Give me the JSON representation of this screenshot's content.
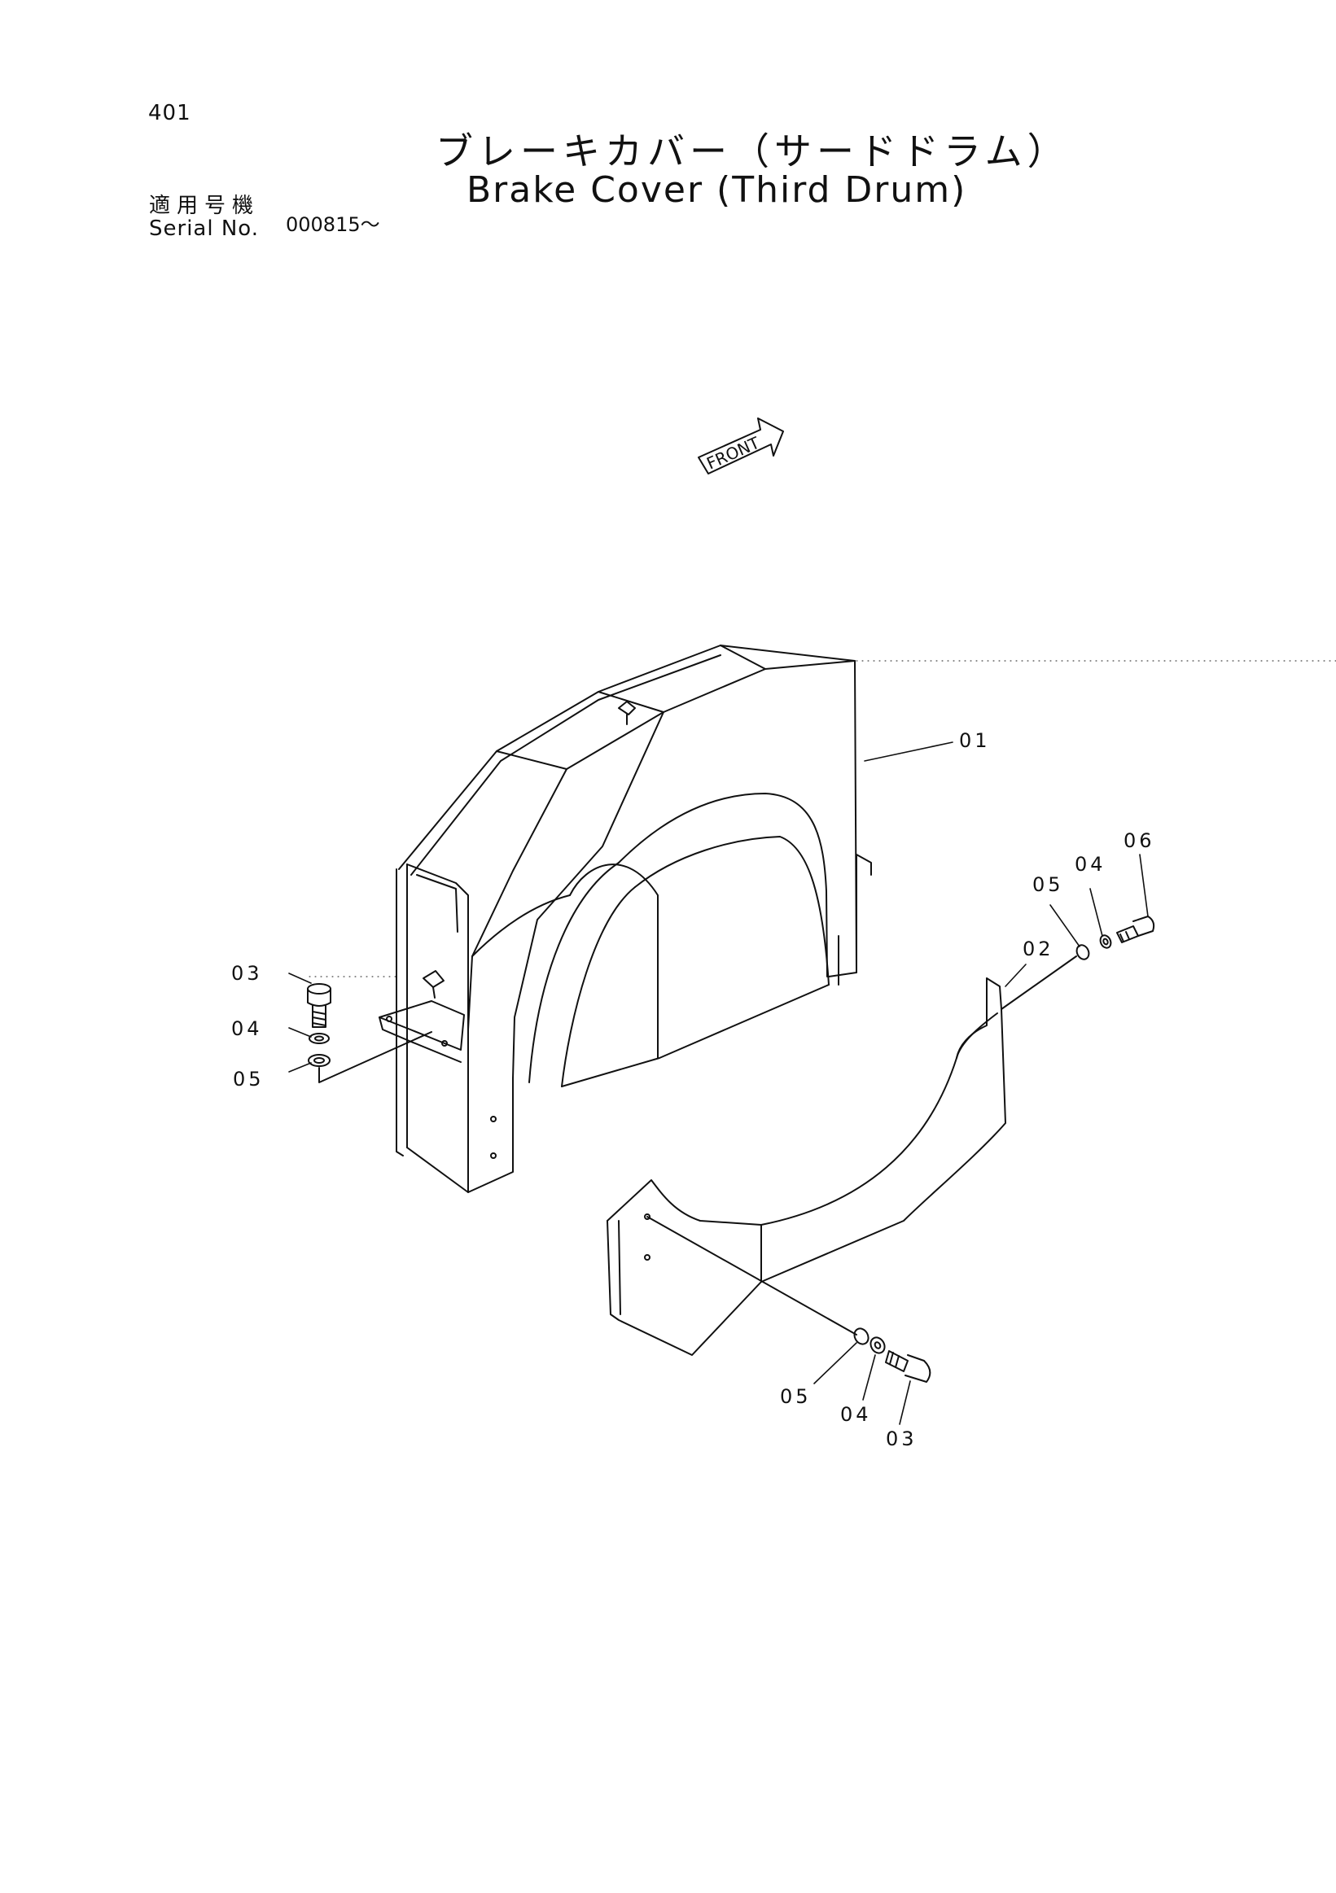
{
  "header": {
    "page_number": "401",
    "title_jp": "ブレーキカバー（サードドラム）",
    "title_en": "Brake Cover (Third Drum)",
    "serial_label_jp": "適用号機",
    "serial_label_en": "Serial No.",
    "serial_value": "000815～"
  },
  "front_tag": "FRONT",
  "callouts": {
    "c01": "01",
    "c02": "02",
    "c03_left": "03",
    "c04_left": "04",
    "c05_left": "05",
    "c05_right_top": "05",
    "c04_right_top": "04",
    "c06": "06",
    "c05_bottom": "05",
    "c04_bottom": "04",
    "c03_bottom": "03"
  }
}
